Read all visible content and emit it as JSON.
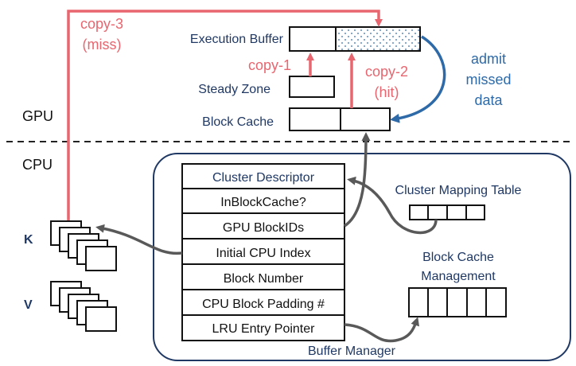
{
  "regions": {
    "gpu": "GPU",
    "cpu": "CPU"
  },
  "gpu": {
    "execution_buffer": "Execution Buffer",
    "steady_zone": "Steady Zone",
    "block_cache": "Block Cache"
  },
  "copies": {
    "copy1": "copy-1",
    "copy2_line1": "copy-2",
    "copy2_line2": "(hit)",
    "copy3_line1": "copy-3",
    "copy3_line2": "(miss)"
  },
  "admit": {
    "line1": "admit",
    "line2": "missed",
    "line3": "data"
  },
  "descriptor": {
    "title": "Cluster Descriptor",
    "fields": [
      "InBlockCache?",
      "GPU BlockIDs",
      "Initial CPU Index",
      "Block Number",
      "CPU Block Padding #",
      "LRU Entry Pointer"
    ]
  },
  "mapping_table": "Cluster Mapping Table",
  "block_cache_mgmt": {
    "line1": "Block Cache",
    "line2": "Management"
  },
  "buffer_manager": "Buffer Manager",
  "kv": {
    "k": "K",
    "v": "V"
  },
  "colors": {
    "navy": "#1f3864",
    "red": "#e8666f",
    "blue": "#2e6aa8",
    "gray": "#595959"
  }
}
